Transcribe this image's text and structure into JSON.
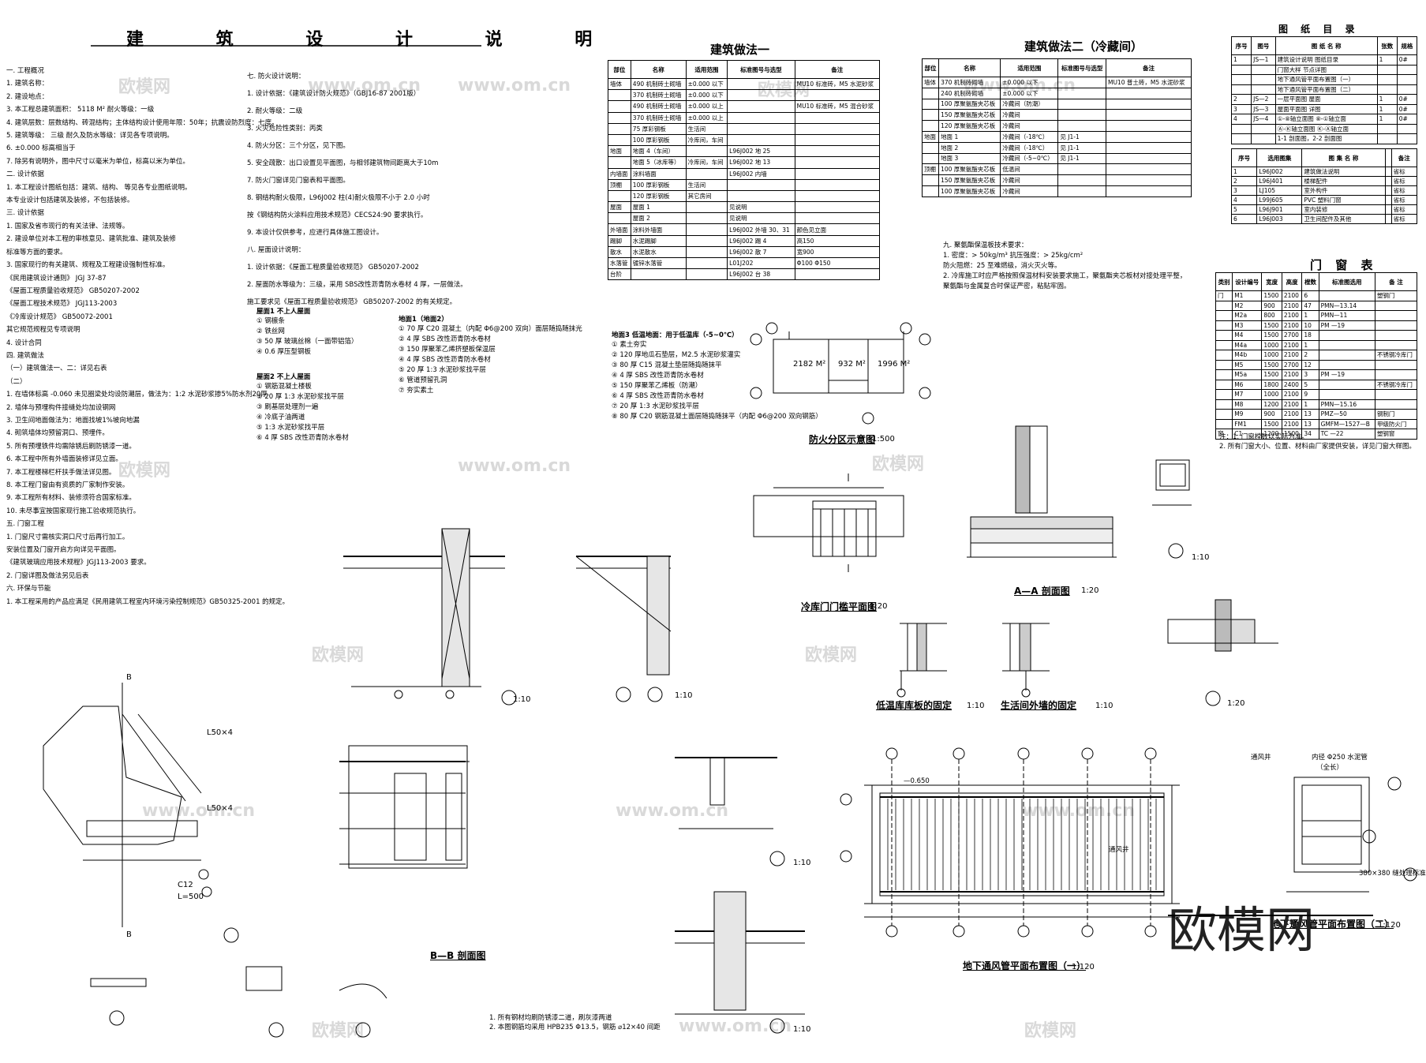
{
  "sheet": {
    "title": "建 筑 设 计 说 明",
    "watermark": "欧模网",
    "watermark_url": "www.om.cn",
    "brand": "欧模网"
  },
  "notes": {
    "col1": [
      "一. 工程概况",
      "1. 建筑名称：",
      "2. 建设地点：",
      "3. 本工程总建筑面积：  5118  M²  耐火等级：一级",
      "4. 建筑层数：层数结构、砖混结构；主体结构设计使用年限：50年；抗震设防烈度：七度。",
      "5. 建筑等级：  三级   耐久及防水等级：详见各专项说明。",
      "6. ±0.000 标高相当于",
      "7. 除另有说明外，图中尺寸以毫米为单位，标高以米为单位。",
      "二. 设计依据",
      "1. 本工程设计图纸包括：建筑、结构、    等见各专业图纸说明。",
      "   本专业设计包括建筑及装修，不包括装修。",
      "三. 设计依据",
      "1. 国家及省市现行的有关法律、法规等。",
      "2. 建设单位对本工程的审核意见、建筑批准、建筑及装修",
      "   标准等方面的要求。",
      "3. 国家现行的有关建筑、规程及工程建设强制性标准。",
      "   《民用建筑设计通则》          JGJ 37-87",
      "   《屋面工程质量验收规范》      GB50207-2002",
      "   《屋面工程技术规范》          JGJ113-2003",
      "   《冷库设计规范》              GB50072-2001",
      "    其它规范规程见专项说明",
      "4. 设计合同",
      "四. 建筑做法",
      "（一）建筑做法一、二：详见右表",
      "（二）",
      "1. 在墙体标高 -0.060 未见圈梁处均设防潮层，做法为：1:2 水泥砂浆掺5%防水剂20厚",
      "2. 墙体与预埋构件接缝处均加设钢网",
      "3. 卫生间地面做法为：地面找坡1%坡向地漏",
      "4. 砌筑墙体均预留洞口、预埋件。",
      "5. 所有预埋铁件均需除锈后刷防锈漆一道。",
      "6. 本工程中所有外墙面装修详见立面。",
      "7. 本工程楼梯栏杆扶手做法详见图。",
      "8. 本工程门窗由有资质的厂家制作安装。",
      "9. 本工程所有材料、装修须符合国家标准。",
      "10. 未尽事宜按国家现行施工验收规范执行。",
      "五. 门窗工程",
      "1. 门窗尺寸需核实洞口尺寸后再行加工。",
      "   安装位置及门窗开启方向详见平面图。",
      "   《建筑玻璃应用技术规程》JGJ113-2003  要求。",
      "2. 门窗详图及做法另见后表",
      "六. 环保与节能",
      "1. 本工程采用的产品应满足《民用建筑工程室内环境污染控制规范》GB50325-2001  的规定。"
    ],
    "col2": [
      "七. 防火设计说明：",
      "1. 设计依据：《建筑设计防火规范》（GBJ16-87 2001版）",
      "2. 耐火等级：二级",
      "3. 火灾危险性类别：丙类",
      "4. 防火分区：三个分区，见下图。",
      "5. 安全疏散：出口设置见平面图，与相邻建筑物间距离大于10m",
      "7. 防火门窗详见门窗表和平面图。",
      "8. 钢结构耐火极限，L96J002 柱(4)耐火极限不小于  2.0    小时",
      "   按《钢结构防火涂料应用技术规范》CECS24:90  要求执行。",
      "9. 本设计仅供参考，应进行具体施工图设计。",
      "八. 屋面设计说明：",
      "1. 设计依据：《屋面工程质量验收规范》  GB50207-2002",
      "2. 屋面防水等级为：三级，采用 SBS改性沥青防水卷材 4  厚，一层做法。",
      "   施工要求见《屋面工程质量验收规范》  GB50207-2002 的有关规定。"
    ],
    "roof1_title": "屋面1   不上人屋面",
    "roof1": [
      "①   钢檩条",
      "②   铁丝网",
      "③   50 厚  玻璃丝棉（一面带铝箔）",
      "④   0.6 厚压型钢板"
    ],
    "roof2_title": "屋面2   不上人屋面",
    "roof2": [
      "①   钢筋混凝土楼板",
      "②   20 厚 1:3  水泥砂浆找平层",
      "③   刷基层处理剂一遍",
      "④   冷底子油两道",
      "⑤   1:3 水泥砂浆找平层",
      "⑥   4 厚 SBS 改性沥青防水卷材"
    ],
    "floor1_title": "地面1（地面2）",
    "floor1": [
      "① 70 厚 C20 混凝土（内配 Φ6@200 双向）面层随捣随抹光",
      "② 4 厚 SBS 改性沥青防水卷材",
      "③ 150 厚聚苯乙烯挤塑板保温层",
      "④ 4 厚 SBS 改性沥青防水卷材",
      "⑤ 20 厚 1:3 水泥砂浆找平层",
      "⑥ 管道预留孔洞",
      "⑦ 夯实素土"
    ],
    "floor3_title": "地面3   低温地面：用于低温库（-5~0℃）",
    "floor3": [
      "① 素土夯实",
      "② 120 厚地瓜石垫层，M2.5 水泥砂浆灌实",
      "③ 80 厚 C15 混凝土垫层随捣随抹平",
      "④ 4 厚 SBS 改性沥青防水卷材",
      "⑤ 150 厚聚苯乙烯板（防潮）",
      "⑥ 4 厚 SBS 改性沥青防水卷材",
      "⑦ 20 厚 1:3 水泥砂浆找平层",
      "⑧ 80 厚 C20 钢筋混凝土面层随捣随抹平（内配 Φ6@200 双向钢筋）"
    ]
  },
  "method1": {
    "title": "建筑做法一",
    "headers": [
      "部位",
      "名称",
      "适用范围",
      "标准图号与选型",
      "备注"
    ],
    "rows": [
      [
        "墙体",
        "490 机制砖土砌墙",
        "±0.000 以下",
        "",
        "MU10 标准砖，M5 水泥砂浆"
      ],
      [
        "",
        "370 机制砖土砌墙",
        "±0.000 以下",
        "",
        ""
      ],
      [
        "",
        "490 机制砖土砌墙",
        "±0.000 以上",
        "",
        "MU10 标准砖，M5 混合砂浆"
      ],
      [
        "",
        "370 机制砖土砌墙",
        "±0.000 以上",
        "",
        ""
      ],
      [
        "",
        "75 厚彩钢板",
        "生活间",
        "",
        ""
      ],
      [
        "",
        "100 厚彩钢板",
        "冷库间，车间",
        "",
        ""
      ],
      [
        "地面",
        "地面 4（车间）",
        "",
        "L96J002 地 25",
        ""
      ],
      [
        "",
        "地面 5（冰库等）",
        "冷库间，车间",
        "L96J002 地 13",
        ""
      ],
      [
        "内墙面",
        "涂料墙面",
        "",
        "L96J002 内墙",
        ""
      ],
      [
        "顶棚",
        "100 厚彩钢板",
        "生活间",
        "",
        ""
      ],
      [
        "",
        "120 厚彩钢板",
        "其它房间",
        "",
        ""
      ],
      [
        "屋面",
        "屋面 1",
        "",
        "见说明",
        ""
      ],
      [
        "",
        "屋面 2",
        "",
        "见说明",
        ""
      ],
      [
        "外墙面",
        "涂料外墙面",
        "",
        "L96J002 外墙 30、31",
        "颜色见立面"
      ],
      [
        "踢脚",
        "水泥踢脚",
        "",
        "L96J002 踢 4",
        "高150"
      ],
      [
        "散水",
        "水泥散水",
        "",
        "L96J002 散 7",
        "宽900"
      ],
      [
        "水落管",
        "镀锌水落管",
        "",
        "L01J202",
        "Φ100 Φ150"
      ],
      [
        "台阶",
        "",
        "",
        "L96J002 台 38",
        ""
      ]
    ]
  },
  "method2": {
    "title": "建筑做法二（冷藏间）",
    "headers": [
      "部位",
      "名称",
      "适用范围",
      "标准图号与选型",
      "备注"
    ],
    "rows": [
      [
        "墙体",
        "370 机制砖砌墙",
        "±0.000 以下",
        "",
        "MU10 普土砖，M5 水泥砂浆"
      ],
      [
        "",
        "240 机制砖砌墙",
        "±0.000 以下",
        "",
        ""
      ],
      [
        "",
        "100 厚聚氨酯夹芯板",
        "冷藏间（防潮）",
        "",
        ""
      ],
      [
        "",
        "150 厚聚氨酯夹芯板",
        "冷藏间",
        "",
        ""
      ],
      [
        "",
        "120 厚聚氨酯夹芯板",
        "冷藏间",
        "",
        ""
      ],
      [
        "地面",
        "地面 1",
        "冷藏间（-18℃）",
        "见 J1-1",
        ""
      ],
      [
        "",
        "地面 2",
        "冷藏间（-18℃）",
        "见 J1-1",
        ""
      ],
      [
        "",
        "地面 3",
        "冷藏间（-5~0℃）",
        "见 J1-1",
        ""
      ],
      [
        "顶棚",
        "100 厚聚氨酯夹芯板",
        "低温间",
        "",
        ""
      ],
      [
        "",
        "150 厚聚氨酯夹芯板",
        "冷藏间",
        "",
        ""
      ],
      [
        "",
        "100 厚聚氨酯夹芯板",
        "冷藏间",
        "",
        ""
      ]
    ],
    "notes": [
      "九. 聚氨酯保温板技术要求：",
      "1. 密度：> 50kg/m³    抗压强度：> 25kg/cm²",
      "   防火阻燃：25 至难燃级，消火灭火等。",
      "2. 冷库施工时应严格按照保温材料安装要求施工，聚氨酯夹芯板材对接处理平整，",
      "   聚氨酯与金属复合时保证严密，粘贴牢固。"
    ]
  },
  "drawing_list": {
    "title": "图 纸 目 录",
    "headers": [
      "序号",
      "图号",
      "图 纸 名 称",
      "张数",
      "规格"
    ],
    "rows": [
      [
        "1",
        "JS—1",
        "建筑设计说明  图纸目录",
        "1",
        "0#"
      ],
      [
        "",
        "",
        "门窗大样  节点详图",
        "",
        ""
      ],
      [
        "",
        "",
        "地下通风管平面布置图（一）",
        "",
        ""
      ],
      [
        "",
        "",
        "地下通风管平面布置图（二）",
        "",
        ""
      ],
      [
        "2",
        "JS—2",
        "一层平面图  屋面",
        "1",
        "0#"
      ],
      [
        "3",
        "JS—3",
        "屋面平面图  详图",
        "1",
        "0#"
      ],
      [
        "4",
        "JS—4",
        "①-⑧轴立面图  ⑧-①轴立面",
        "1",
        "0#"
      ],
      [
        "",
        "",
        "Ⓐ-Ⓚ轴立面图  Ⓚ-Ⓐ轴立面",
        "",
        ""
      ],
      [
        "",
        "",
        "1-1 剖面图，2-2 剖面图",
        "",
        ""
      ]
    ],
    "std_headers": [
      "序号",
      "选用图集",
      "图 集 名 称",
      "",
      "备注"
    ],
    "std_rows": [
      [
        "1",
        "L96J002",
        "建筑做法说明",
        "",
        "省标"
      ],
      [
        "2",
        "L96J401",
        "楼梯配件",
        "",
        "省标"
      ],
      [
        "3",
        "LJ105",
        "室外构件",
        "",
        "省标"
      ],
      [
        "4",
        "L99J605",
        "PVC 塑料门窗",
        "",
        "省标"
      ],
      [
        "5",
        "L96J901",
        "室内装修",
        "",
        "省标"
      ],
      [
        "6",
        "L96J003",
        "卫生间配件及其他",
        "",
        "省标"
      ]
    ]
  },
  "door_table": {
    "title": "门 窗 表",
    "headers": [
      "类别",
      "设计编号",
      "宽度",
      "高度",
      "樘数",
      "标准图选用",
      "备 注"
    ],
    "rows": [
      [
        "门",
        "M1",
        "1500",
        "2100",
        "6",
        "",
        "塑钢门"
      ],
      [
        "",
        "M2",
        "900",
        "2100",
        "47",
        "PMN—13.14",
        ""
      ],
      [
        "",
        "M2a",
        "800",
        "2100",
        "1",
        "PMN—11",
        ""
      ],
      [
        "",
        "M3",
        "1500",
        "2100",
        "10",
        "PM —19",
        ""
      ],
      [
        "",
        "M4",
        "1500",
        "2700",
        "18",
        "",
        ""
      ],
      [
        "",
        "M4a",
        "1000",
        "2100",
        "1",
        "",
        ""
      ],
      [
        "",
        "M4b",
        "1000",
        "2100",
        "2",
        "",
        "不锈钢冷库门"
      ],
      [
        "",
        "M5",
        "1500",
        "2700",
        "12",
        "",
        ""
      ],
      [
        "",
        "M5a",
        "1500",
        "2100",
        "3",
        "PM —19",
        ""
      ],
      [
        "",
        "M6",
        "1800",
        "2400",
        "5",
        "",
        "不锈钢冷库门"
      ],
      [
        "",
        "M7",
        "1000",
        "2100",
        "9",
        "",
        ""
      ],
      [
        "",
        "M8",
        "1200",
        "2100",
        "1",
        "PMN—15.16",
        ""
      ],
      [
        "",
        "M9",
        "900",
        "2100",
        "13",
        "PMZ—50",
        "钢制门"
      ],
      [
        "",
        "FM1",
        "1500",
        "2100",
        "13",
        "GMFM—1527—B",
        "甲级防火门"
      ],
      [
        "窗",
        "C1",
        "1200",
        "1500",
        "34",
        "TC —22",
        "塑钢窗"
      ]
    ],
    "notes": [
      "注：1. 门窗樘数以实际为准。",
      "    2. 所有门窗大小、位置、材料由厂家提供安装，详见门窗大样图。"
    ]
  },
  "labels": {
    "fire_zone": "防火分区示意图",
    "fire_zone_scale": "1:500",
    "cold_door": "冷库门门槛平面图",
    "cold_door_scale": "1:20",
    "aa": "A—A 剖面图",
    "aa_scale": "1:20",
    "low_temp_board": "低温库库板的固定",
    "low_temp_scale": "1:10",
    "living_wall": "生活间外墙的固定",
    "living_wall_scale": "1:10",
    "duct1": "地下通风管平面布置图（一）",
    "duct1_scale": "1:120",
    "duct2": "地下通风管平面布置图（二）",
    "duct2_scale": "1:120",
    "bb": "B—B 剖面图",
    "detail_scale": "1:10",
    "detail4_scale": "1:20",
    "detailA_scale": "1:10",
    "bottom_note1": "1. 所有钢材均刷防锈漆二道，刷灰漆两道",
    "bottom_note2": "2. 本图钢筋均采用 HPB235 Φ13.5，钢筋 ⌀12×40 间距",
    "zone1": "2182 M²",
    "zone2": "932 M²",
    "zone3": "1996 M²",
    "dim_b": "B",
    "dim_l": "L50×4",
    "dim_c12": "C12",
    "dim_l500": "L=500",
    "ns_650": "—0.650",
    "duct_pipe": "内径 Φ250 水泥管",
    "duct_pipe_sub": "（全长）",
    "duct_fan": "通风井",
    "duct_size": "380×380 缝处理标准"
  }
}
